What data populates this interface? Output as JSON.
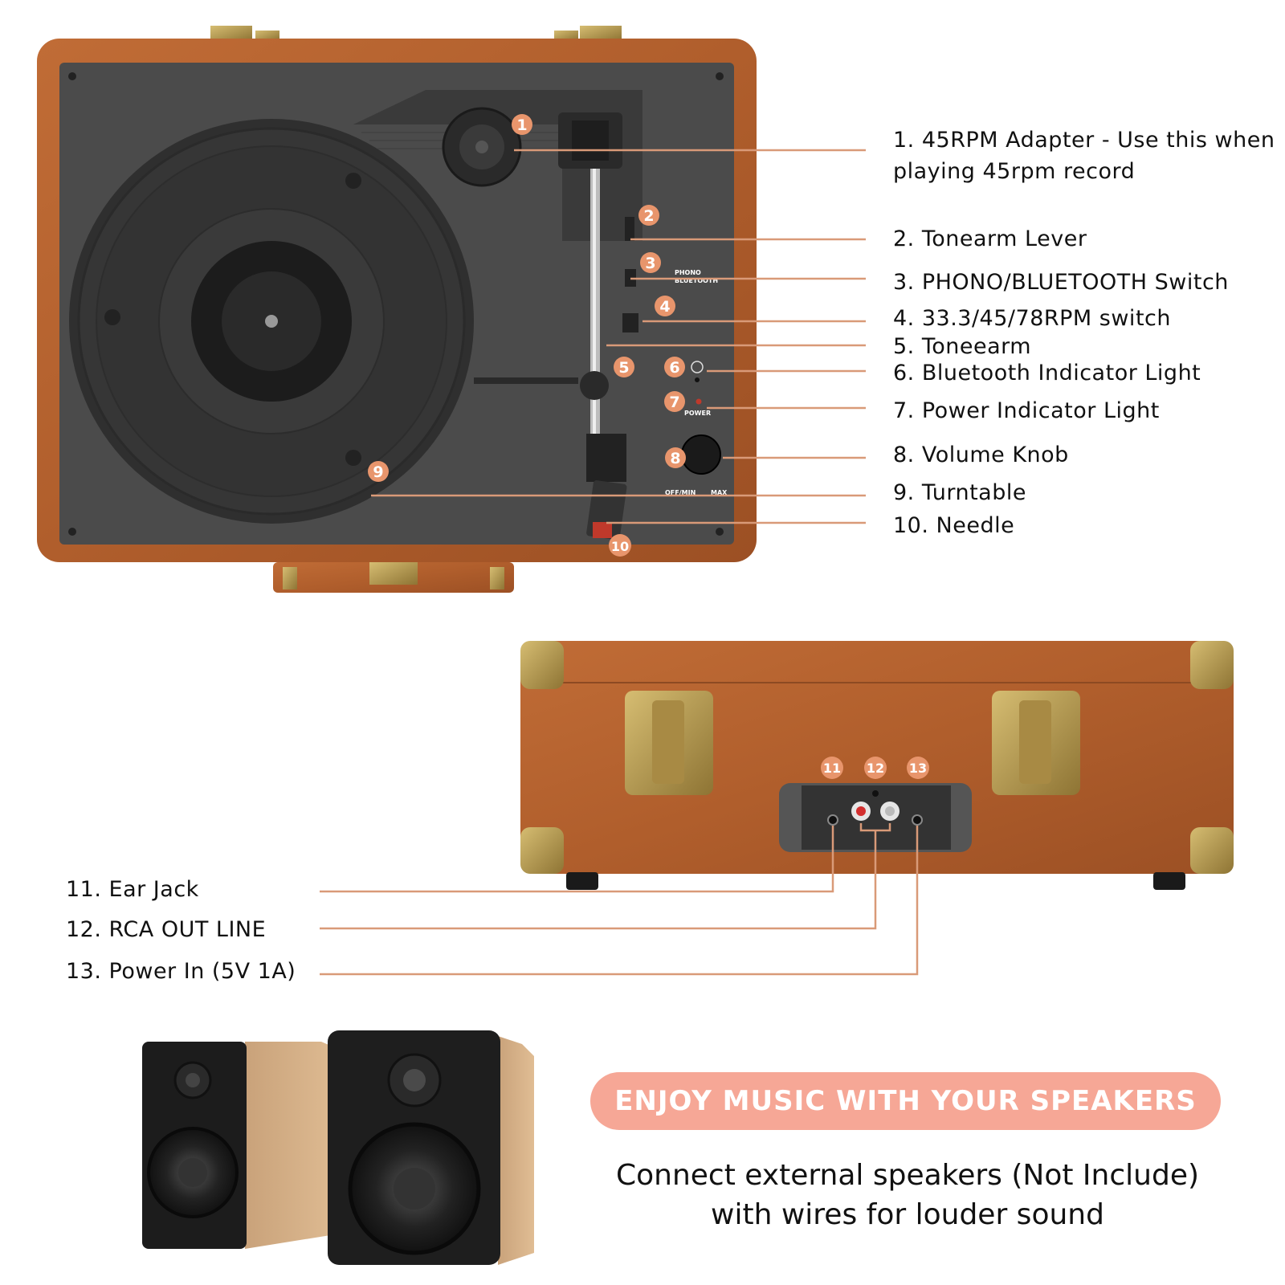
{
  "callouts_top": [
    {
      "num": "1",
      "text_line1": "1. 45RPM Adapter - Use this when",
      "text_line2": "playing 45rpm record"
    },
    {
      "num": "2",
      "text": "2. Tonearm Lever"
    },
    {
      "num": "3",
      "text": "3. PHONO/BLUETOOTH Switch"
    },
    {
      "num": "4",
      "text": "4. 33.3/45/78RPM switch"
    },
    {
      "num": "5",
      "text": "5. Toneearm"
    },
    {
      "num": "6",
      "text": "6. Bluetooth Indicator Light"
    },
    {
      "num": "7",
      "text": "7. Power Indicator Light"
    },
    {
      "num": "8",
      "text": "8. Volume Knob"
    },
    {
      "num": "9",
      "text": "9. Turntable"
    },
    {
      "num": "10",
      "text": "10. Needle"
    }
  ],
  "callouts_bottom": [
    {
      "num": "11",
      "text": "11. Ear Jack"
    },
    {
      "num": "12",
      "text": "12. RCA OUT LINE"
    },
    {
      "num": "13",
      "text": "13. Power In (5V 1A)"
    }
  ],
  "panel_labels": {
    "phono": "PHONO",
    "bluetooth": "BLUETOOTH",
    "power": "POWER",
    "off_min": "OFF/MIN",
    "max": "MAX"
  },
  "banner": "ENJOY MUSIC WITH YOUR SPEAKERS",
  "caption_line1": "Connect external speakers (Not Include)",
  "caption_line2": "with wires for louder sound",
  "colors": {
    "leather": "#b5632f",
    "plate": "#4a4a4a",
    "accent_orange": "#e8956c",
    "leader_line": "#d99a78",
    "banner_pink": "#f6a796",
    "brass": "#b89a4e"
  }
}
